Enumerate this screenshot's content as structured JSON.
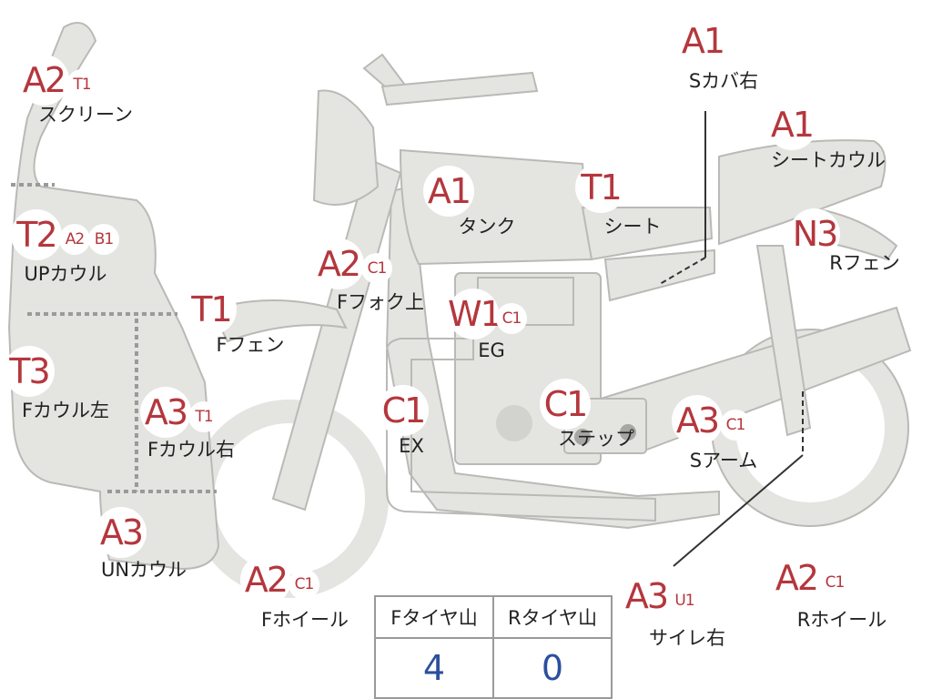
{
  "parts": [
    {
      "id": "screen",
      "label": "スクリーン",
      "grade": "A2",
      "subs": [
        "T1"
      ]
    },
    {
      "id": "up-cowl",
      "label": "UPカウル",
      "grade": "T2",
      "subs": [
        "A2",
        "B1"
      ]
    },
    {
      "id": "f-cowl-l",
      "label": "Fカウル左",
      "grade": "T3",
      "subs": []
    },
    {
      "id": "f-cowl-r",
      "label": "Fカウル右",
      "grade": "A3",
      "subs": [
        "T1"
      ]
    },
    {
      "id": "un-cowl",
      "label": "UNカウル",
      "grade": "A3",
      "subs": []
    },
    {
      "id": "f-fender",
      "label": "Fフェン",
      "grade": "T1",
      "subs": []
    },
    {
      "id": "f-fork",
      "label": "Fフォク上",
      "grade": "A2",
      "subs": [
        "C1"
      ]
    },
    {
      "id": "tank",
      "label": "タンク",
      "grade": "A1",
      "subs": []
    },
    {
      "id": "seat",
      "label": "シート",
      "grade": "T1",
      "subs": []
    },
    {
      "id": "s-cover-r",
      "label": "Sカバ右",
      "grade": "A1",
      "subs": []
    },
    {
      "id": "seat-cowl",
      "label": "シートカウル",
      "grade": "A1",
      "subs": []
    },
    {
      "id": "r-fender",
      "label": "Rフェン",
      "grade": "N3",
      "subs": []
    },
    {
      "id": "engine",
      "label": "EG",
      "grade": "W1",
      "subs": [
        "C1"
      ]
    },
    {
      "id": "exhaust",
      "label": "EX",
      "grade": "C1",
      "subs": []
    },
    {
      "id": "step",
      "label": "ステップ",
      "grade": "C1",
      "subs": []
    },
    {
      "id": "s-arm",
      "label": "Sアーム",
      "grade": "A3",
      "subs": [
        "C1"
      ]
    },
    {
      "id": "f-wheel",
      "label": "Fホイール",
      "grade": "A2",
      "subs": [
        "C1"
      ]
    },
    {
      "id": "r-wheel",
      "label": "Rホイール",
      "grade": "A2",
      "subs": [
        "C1"
      ]
    },
    {
      "id": "silencer-r",
      "label": "サイレ右",
      "grade": "A3",
      "subs": [
        "U1"
      ]
    }
  ],
  "tire_table": {
    "headers": [
      "Fタイヤ山",
      "Rタイヤ山"
    ],
    "values": [
      "4",
      "0"
    ]
  },
  "colors": {
    "grade_text": "#b4373d",
    "part_fill": "#e4e4e1",
    "part_stroke": "#b9b9b6",
    "value_text": "#2b4f9e"
  }
}
